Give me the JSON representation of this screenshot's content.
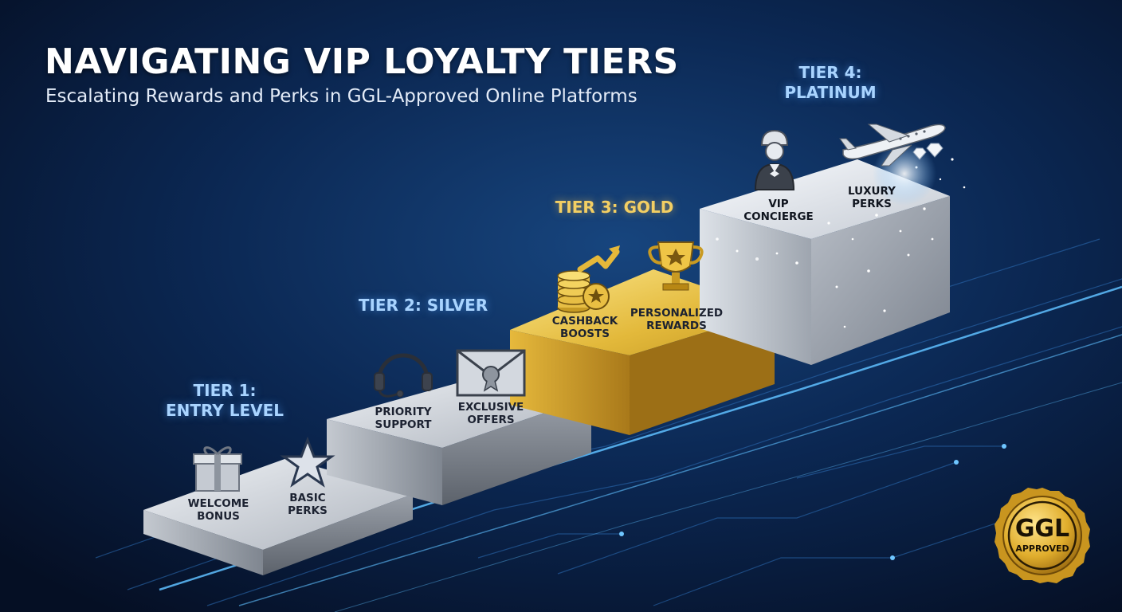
{
  "title": "NAVIGATING VIP LOYALTY TIERS",
  "subtitle": "Escalating Rewards and Perks in GGL-Approved Online Platforms",
  "tiers": [
    {
      "label_line1": "TIER 1:",
      "label_line2": "ENTRY LEVEL",
      "perks": [
        {
          "line1": "WELCOME",
          "line2": "BONUS",
          "icon": "gift-icon"
        },
        {
          "line1": "BASIC",
          "line2": "PERKS",
          "icon": "star-icon"
        }
      ]
    },
    {
      "label_line1": "TIER 2: SILVER",
      "label_line2": "",
      "perks": [
        {
          "line1": "PRIORITY",
          "line2": "SUPPORT",
          "icon": "headset-icon"
        },
        {
          "line1": "EXCLUSIVE",
          "line2": "OFFERS",
          "icon": "envelope-icon"
        }
      ]
    },
    {
      "label_line1": "TIER 3: GOLD",
      "label_line2": "",
      "perks": [
        {
          "line1": "CASHBACK",
          "line2": "BOOSTS",
          "icon": "coins-growth-icon"
        },
        {
          "line1": "PERSONALIZED",
          "line2": "REWARDS",
          "icon": "trophy-icon"
        }
      ]
    },
    {
      "label_line1": "TIER 4:",
      "label_line2": "PLATINUM",
      "perks": [
        {
          "line1": "VIP",
          "line2": "CONCIERGE",
          "icon": "concierge-icon"
        },
        {
          "line1": "LUXURY",
          "line2": "PERKS",
          "icon": "jet-icon"
        }
      ]
    }
  ],
  "seal": {
    "line1": "GGL",
    "line2": "APPROVED"
  },
  "colors": {
    "background": "#071a38",
    "tier_label_blue": "#a9d4ff",
    "tier_label_gold": "#f3cf63",
    "silver": "#c9ced6",
    "gold": "#e8c14a",
    "platinum": "#dfe4ea",
    "glow": "#4fb3ff"
  }
}
